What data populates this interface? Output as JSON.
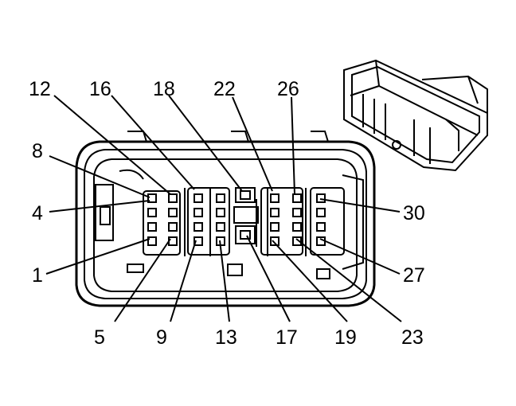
{
  "connector_diagram": {
    "pin_labels": {
      "p12": "12",
      "p16": "16",
      "p18": "18",
      "p22": "22",
      "p26": "26",
      "p8": "8",
      "p4": "4",
      "p30": "30",
      "p1": "1",
      "p27": "27",
      "p5": "5",
      "p9": "9",
      "p13": "13",
      "p17": "17",
      "p19": "19",
      "p23": "23"
    },
    "colors": {
      "line": "#000000",
      "background": "#ffffff"
    }
  }
}
